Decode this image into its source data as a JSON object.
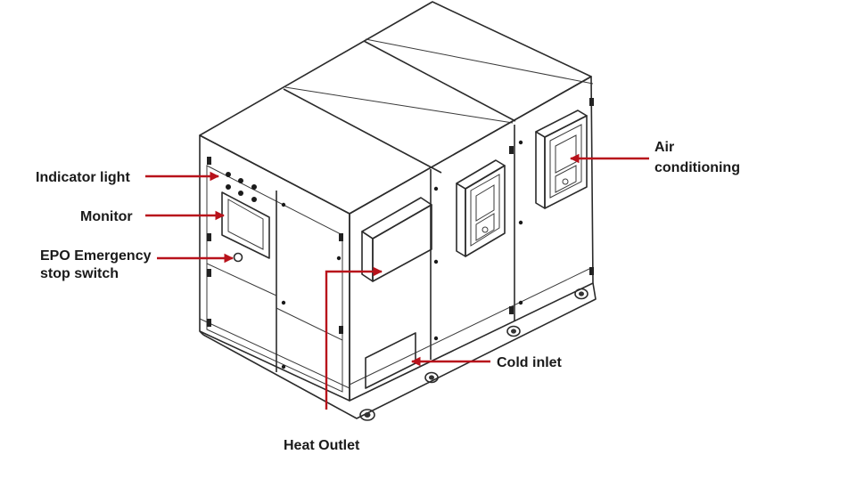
{
  "labels": {
    "indicator_light": "Indicator light",
    "monitor": "Monitor",
    "epo_line1": "EPO Emergency",
    "epo_line2": "stop switch",
    "air_line1": "Air",
    "air_line2": "conditioning",
    "cold_inlet": "Cold inlet",
    "heat_outlet": "Heat Outlet"
  },
  "colors": {
    "arrow": "#b8121b",
    "line": "#2b2b2b",
    "text": "#1a1a1a",
    "background": "#ffffff"
  }
}
